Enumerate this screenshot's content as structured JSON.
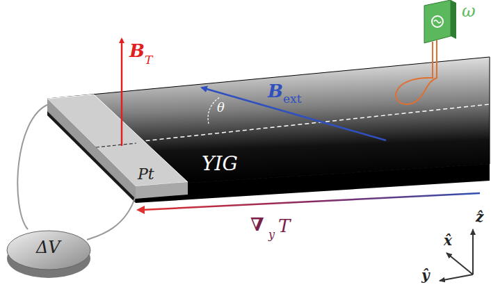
{
  "diagram": {
    "labels": [
      "B",
      "T",
      "B",
      "ext",
      "θ",
      "Pt",
      "YIG",
      "ΔV",
      "ω",
      "∇",
      "y",
      "T",
      "x̂",
      "ẑ",
      "ŷ"
    ]
  }
}
